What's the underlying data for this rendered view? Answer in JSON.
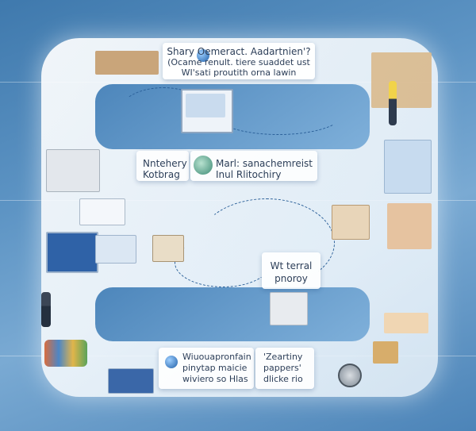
{
  "labels": {
    "top_line1": "Shary Oemeract. Aadartnien'?",
    "top_line2": "(Ocame renult. tiere suaddet ust",
    "top_line3": "WI'sati proutith orna lawin",
    "mid_left_line1": "Nntehery",
    "mid_left_line2": "Kotbrag",
    "mid_right_line1": "Marl: sanachemreist",
    "mid_right_line2": "Inul Rlitochiry",
    "right_inner_line1": "Wt terral",
    "right_inner_line2": "pnoroy",
    "bottom_left_line1": "Wiuouapronfain",
    "bottom_left_line2": "pinytap maicie",
    "bottom_left_line3": "wiviero so Hlas",
    "bottom_right_line1": "'Zeartiny",
    "bottom_right_line2": "pappers'",
    "bottom_right_line3": "dlicke rio"
  },
  "icons": {
    "globe_icon": "globe-icon",
    "seal_icon": "seal-icon",
    "monitor_icon": "monitor-icon",
    "box_icon": "box-icon",
    "person_icon": "person-icon"
  },
  "colors": {
    "background": "#4c84b8",
    "frame": "#f2f7fb",
    "text": "#2c3e58",
    "path": "#2a5f98"
  }
}
